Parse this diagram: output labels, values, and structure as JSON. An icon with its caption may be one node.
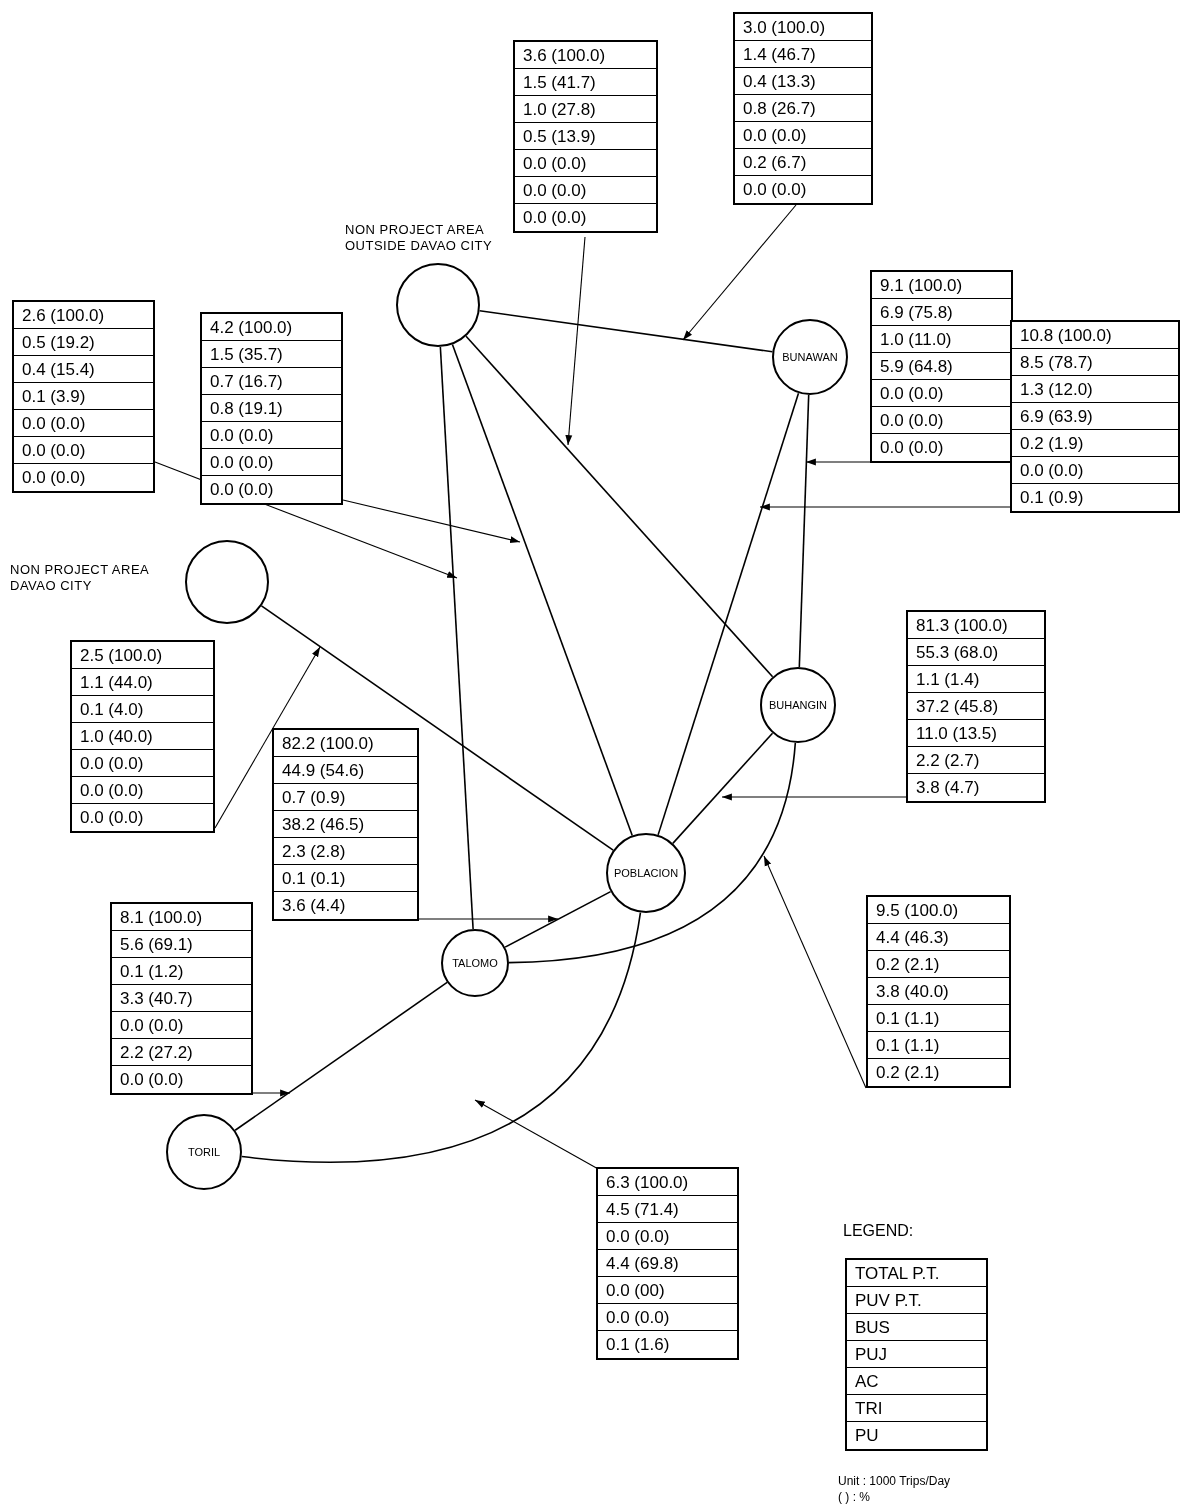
{
  "diagram": {
    "nodes": [
      {
        "text": [
          "NON PROJECT AREA OUTSIDE DAVAO CITY"
        ]
      },
      {
        "text": [
          "BUNAWAN"
        ]
      },
      {
        "text": [
          "NON PROJECT AREA DAVAO CITY"
        ]
      },
      {
        "text": [
          "BUHANGIN"
        ]
      },
      {
        "text": [
          "POBLACION"
        ]
      },
      {
        "text": [
          "TALOMO"
        ]
      },
      {
        "text": [
          "TORIL"
        ]
      },
      {
        "text": [
          "3.6 (100.0)",
          "1.5 (41.7)",
          "1.0 (27.8)",
          "0.5 (13.9)",
          "0.0 (0.0)",
          "0.0 (0.0)",
          "0.0 (0.0)"
        ]
      },
      {
        "text": [
          "3.0 (100.0)",
          "1.4 (46.7)",
          "0.4 (13.3)",
          "0.8 (26.7)",
          "0.0 (0.0)",
          "0.2 (6.7)",
          "0.0 (0.0)"
        ]
      },
      {
        "text": [
          "2.6 (100.0)",
          "0.5 (19.2)",
          "0.4 (15.4)",
          "0.1 (3.9)",
          "0.0 (0.0)",
          "0.0 (0.0)",
          "0.0 (0.0)"
        ]
      },
      {
        "text": [
          "4.2 (100.0)",
          "1.5 (35.7)",
          "0.7 (16.7)",
          "0.8 (19.1)",
          "0.0 (0.0)",
          "0.0 (0.0)",
          "0.0 (0.0)"
        ]
      },
      {
        "text": [
          "9.1 (100.0)",
          "6.9 (75.8)",
          "1.0 (11.0)",
          "5.9 (64.8)",
          "0.0 (0.0)",
          "0.0 (0.0)",
          "0.0 (0.0)"
        ]
      },
      {
        "text": [
          "10.8 (100.0)",
          "8.5 (78.7)",
          "1.3 (12.0)",
          "6.9 (63.9)",
          "0.2 (1.9)",
          "0.0 (0.0)",
          "0.1 (0.9)"
        ]
      },
      {
        "text": [
          "2.5 (100.0)",
          "1.1 (44.0)",
          "0.1 (4.0)",
          "1.0 (40.0)",
          "0.0 (0.0)",
          "0.0 (0.0)",
          "0.0 (0.0)"
        ]
      },
      {
        "text": [
          "81.3 (100.0)",
          "55.3 (68.0)",
          "1.1 (1.4)",
          "37.2 (45.8)",
          "11.0 (13.5)",
          "2.2 (2.7)",
          "3.8 (4.7)"
        ]
      },
      {
        "text": [
          "82.2 (100.0)",
          "44.9 (54.6)",
          "0.7 (0.9)",
          "38.2 (46.5)",
          "2.3 (2.8)",
          "0.1 (0.1)",
          "3.6 (4.4)"
        ]
      },
      {
        "text": [
          "8.1 (100.0)",
          "5.6 (69.1)",
          "0.1 (1.2)",
          "3.3 (40.7)",
          "0.0 (0.0)",
          "2.2 (27.2)",
          "0.0 (0.0)"
        ]
      },
      {
        "text": [
          "9.5 (100.0)",
          "4.4 (46.3)",
          "0.2 (2.1)",
          "3.8 (40.0)",
          "0.1 (1.1)",
          "0.1 (1.1)",
          "0.2 (2.1)"
        ]
      },
      {
        "text": [
          "6.3 (100.0)",
          "4.5 (71.4)",
          "0.0 (0.0)",
          "4.4 (69.8)",
          "0.0 (00)",
          "0.0 (0.0)",
          "0.1 (1.6)"
        ]
      }
    ],
    "edges": [
      {
        "from": 0,
        "to": 1,
        "arrow": "none"
      },
      {
        "from": 0,
        "to": 5,
        "arrow": "none"
      },
      {
        "from": 0,
        "to": 4,
        "arrow": "none"
      },
      {
        "from": 0,
        "to": 3,
        "arrow": "none"
      },
      {
        "from": 1,
        "to": 4,
        "arrow": "none"
      },
      {
        "from": 1,
        "to": 3,
        "arrow": "none"
      },
      {
        "from": 2,
        "to": 4,
        "arrow": "none"
      },
      {
        "from": 3,
        "to": 4,
        "arrow": "none"
      },
      {
        "from": 4,
        "to": 5,
        "arrow": "none"
      },
      {
        "from": 5,
        "to": 3,
        "arrow": "none"
      },
      {
        "from": 5,
        "to": 6,
        "arrow": "none"
      },
      {
        "from": 6,
        "to": 4,
        "arrow": "none"
      },
      {
        "from": 7,
        "to": null,
        "arrow": "to"
      },
      {
        "from": 8,
        "to": null,
        "arrow": "to"
      },
      {
        "from": 9,
        "to": null,
        "arrow": "to"
      },
      {
        "from": 10,
        "to": null,
        "arrow": "to"
      },
      {
        "from": 11,
        "to": null,
        "arrow": "to"
      },
      {
        "from": 12,
        "to": null,
        "arrow": "to"
      },
      {
        "from": 13,
        "to": null,
        "arrow": "to"
      },
      {
        "from": 14,
        "to": null,
        "arrow": "to"
      },
      {
        "from": 15,
        "to": null,
        "arrow": "to"
      },
      {
        "from": 16,
        "to": null,
        "arrow": "to"
      },
      {
        "from": 17,
        "to": null,
        "arrow": "to"
      },
      {
        "from": 18,
        "to": null,
        "arrow": "to"
      }
    ],
    "labels": [
      "LEGEND:",
      "Unit : 1000 Trips/Day",
      "( ) : %"
    ],
    "legend": [
      {
        "text": "TOTAL P.T."
      },
      {
        "text": "PUV P.T."
      },
      {
        "text": "BUS"
      },
      {
        "text": "PUJ"
      },
      {
        "text": "AC"
      },
      {
        "text": "TRI"
      },
      {
        "text": "PU"
      }
    ]
  }
}
